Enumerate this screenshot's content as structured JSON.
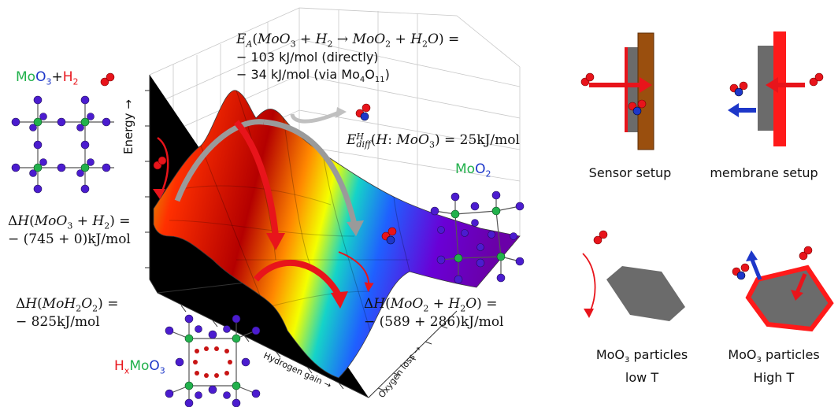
{
  "activation": {
    "line1": "E_A(MoO_3 + H_2 → MoO_2 + H_2O) =",
    "line2": "− 103 kJ/mol (directly)",
    "line3_pre": "− 34 kJ/mol (via Mo",
    "line3_sub1": "4",
    "line3_mid": "O",
    "line3_sub2": "11",
    "line3_post": ")"
  },
  "diffusion": {
    "text": "E^H_diff(H: MoO_3) = 25kJ/mol"
  },
  "labels": {
    "moo3_mo": "Mo",
    "moo3_o": "O",
    "moo3_sub": "3",
    "moo3_plus": "+",
    "moo3_h": "H",
    "moo3_hsub": "2",
    "moo2_mo": "Mo",
    "moo2_o": "O",
    "moo2_sub": "2",
    "hx_h": "H",
    "hx_x": "x",
    "hx_mo": "Mo",
    "hx_o": "O",
    "hx_sub": "3"
  },
  "enthalpy": {
    "moo3_h2_l1": "ΔH(MoO_3 + H_2) =",
    "moo3_h2_l2": "− (745 + 0)kJ/mol",
    "mohhoo_l1": "ΔH(MoH_2O_2) =",
    "mohhoo_l2": "− 825kJ/mol",
    "moo2_h2o_l1": "ΔH(MoO_2 + H_2O) =",
    "moo2_h2o_l2": "− (589 + 286)kJ/mol"
  },
  "axes": {
    "energy": "Energy →",
    "hydrogen": "Hydrogen gain →",
    "oxygen": "Oxygen loss →"
  },
  "setups": {
    "sensor": "Sensor setup",
    "membrane": "membrane setup",
    "lowT_pre": "MoO",
    "lowT_sub": "3",
    "lowT_post": " particles",
    "lowT_2": "low T",
    "highT_pre": "MoO",
    "highT_sub": "3",
    "highT_post": " particles",
    "highT_2": "High T"
  },
  "colors": {
    "oxygen": "#e8141b",
    "hydrogen": "#1d37c9",
    "molybdenum": "#22b14c",
    "octa_atom": "#4b1ccf",
    "membrane_red": "#ff1a1a",
    "sensor_brown": "#9a4f0e",
    "substrate_grey": "#6b6b6b"
  }
}
